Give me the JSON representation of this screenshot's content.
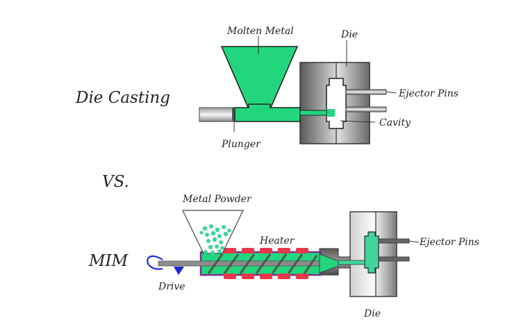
{
  "labels": {
    "die_casting": "Die Casting",
    "vs": "VS.",
    "mim": "MIM",
    "molten_metal": "Molten Metal",
    "die_top": "Die",
    "ejector_pins_top": "Ejector Pins",
    "cavity": "Cavity",
    "plunger": "Plunger",
    "metal_powder": "Metal Powder",
    "heater": "Heater",
    "ejector_pins_bottom": "Ejector Pins",
    "drive": "Drive",
    "die_bottom": "Die"
  },
  "colors": {
    "metal_green": "#22d67d",
    "powder_green": "#3fd59a",
    "heater_red": "#e8364a",
    "barrel_purple": "#7b2f8c",
    "drive_arrow": "#1a2ad6",
    "die_dark": "#555555",
    "die_light": "#f2f2f2"
  }
}
